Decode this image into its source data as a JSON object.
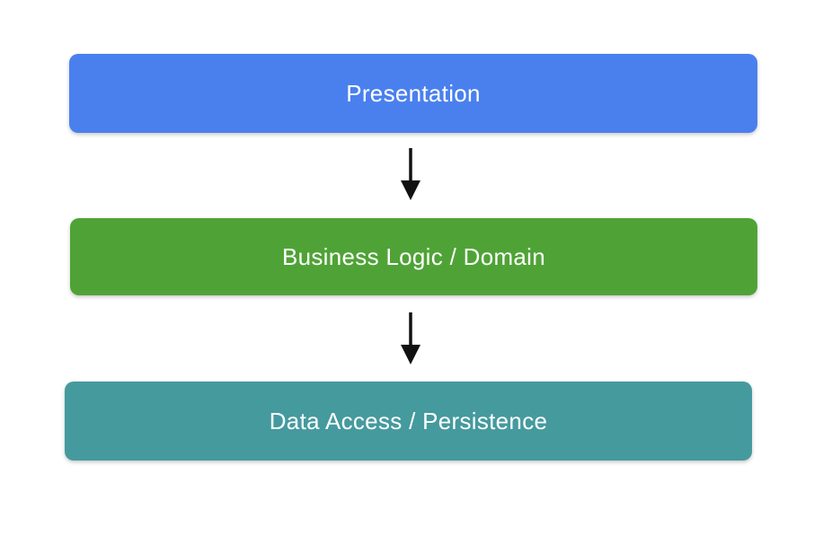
{
  "diagram": {
    "background_color": "#ffffff",
    "arrow_color": "#111111",
    "layers": [
      {
        "label": "Presentation",
        "color": "#4a80ee",
        "text_color": "#ffffff"
      },
      {
        "label": "Business Logic / Domain",
        "color": "#4fa336",
        "text_color": "#ffffff"
      },
      {
        "label": "Data Access / Persistence",
        "color": "#459a9e",
        "text_color": "#ffffff"
      }
    ]
  }
}
